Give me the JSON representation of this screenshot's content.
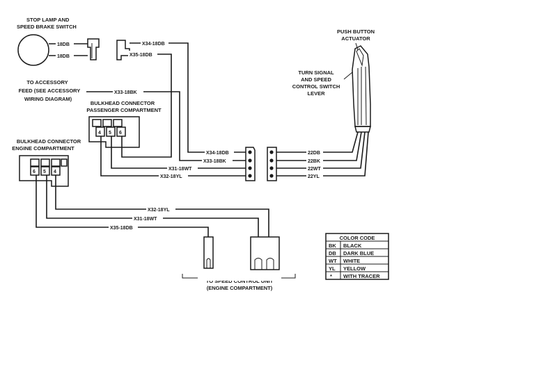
{
  "labels": {
    "stop_lamp": [
      "STOP LAMP AND",
      "SPEED BRAKE SWITCH"
    ],
    "push_button": [
      "PUSH BUTTON",
      "ACTUATOR"
    ],
    "turn_signal": [
      "TURN SIGNAL",
      "AND SPEED",
      "CONTROL SWITCH",
      "LEVER"
    ],
    "accessory": [
      "TO ACCESSORY",
      "FEED (SEE ACCESSORY",
      "WIRING DIAGRAM)"
    ],
    "bulkhead_passenger": [
      "BULKHEAD CONNECTOR",
      "PASSENGER COMPARTMENT"
    ],
    "bulkhead_engine": [
      "BULKHEAD CONNECTOR",
      "ENGINE COMPARTMENT"
    ],
    "speed_control_unit": [
      "TO SPEED CONTROL UNIT",
      "(ENGINE COMPARTMENT)"
    ]
  },
  "wires": {
    "switch_top": "18DB",
    "switch_bottom": "18DB",
    "x34_top": "X34-18DB",
    "x35_top": "X35-18DB",
    "x33_feed": "X33-18BK",
    "x34_mid": "X34-18DB",
    "x33_mid": "X33-18BK",
    "x31_mid": "X31-18WT",
    "x32_mid": "X32-18YL",
    "w22db": "22DB",
    "w22bk": "22BK",
    "w22wt": "22WT",
    "w22yl": "22YL",
    "x32_low": "X32-18YL",
    "x31_low": "X31-18WT",
    "x35_low": "X35-18DB"
  },
  "pins": {
    "passenger": [
      "4",
      "5",
      "6"
    ],
    "engine": [
      "6",
      "5",
      "4"
    ]
  },
  "color_code": {
    "title": "COLOR CODE",
    "rows": [
      {
        "code": "BK",
        "name": "BLACK"
      },
      {
        "code": "DB",
        "name": "DARK BLUE"
      },
      {
        "code": "WT",
        "name": "WHITE"
      },
      {
        "code": "YL",
        "name": "YELLOW"
      },
      {
        "code": "*",
        "name": "WITH TRACER"
      }
    ]
  }
}
